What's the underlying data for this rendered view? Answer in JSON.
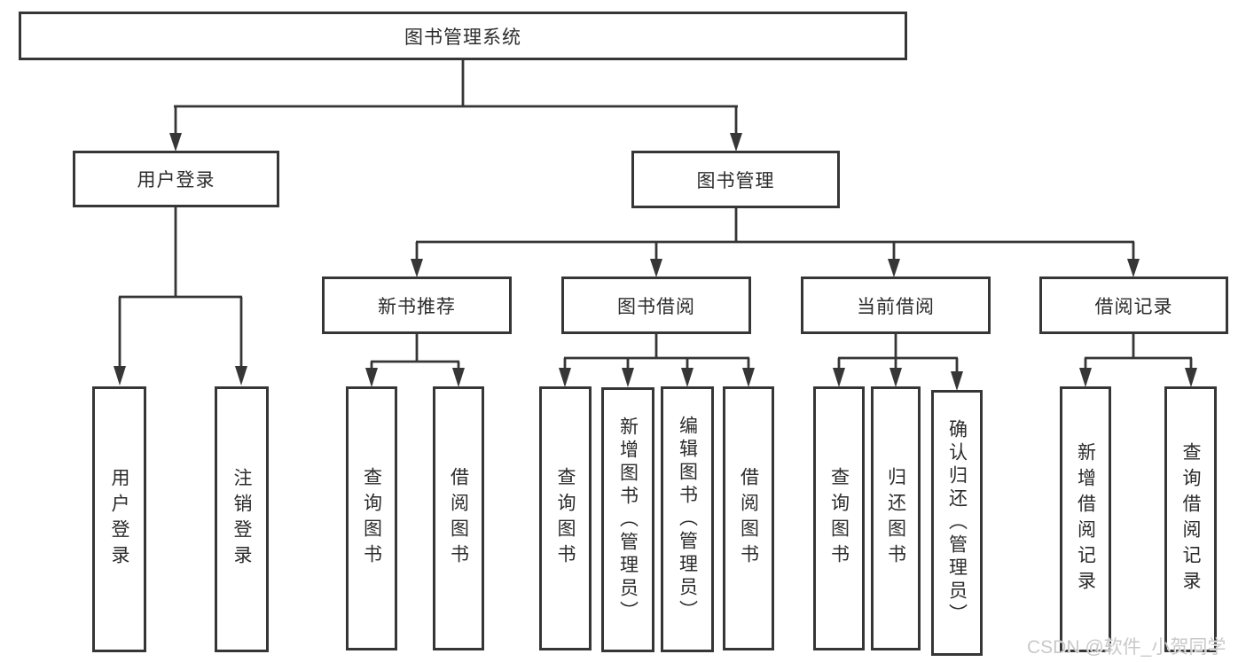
{
  "colors": {
    "line": "#363636",
    "text": "#2b2b2b",
    "watermark": "#c9c9c9",
    "background": "#ffffff"
  },
  "watermark": {
    "text": "CSDN @软件_小贺同学"
  },
  "tree": {
    "root": "图书管理系统",
    "children": [
      {
        "label": "用户登录",
        "children": [
          "用户登录",
          "注销登录"
        ]
      },
      {
        "label": "图书管理",
        "children": [
          {
            "label": "新书推荐",
            "children": [
              "查询图书",
              "借阅图书"
            ]
          },
          {
            "label": "图书借阅",
            "children": [
              "查询图书",
              "新增图书（管理员）",
              "编辑图书（管理员）",
              "借阅图书"
            ]
          },
          {
            "label": "当前借阅",
            "children": [
              "查询图书",
              "归还图书",
              "确认归还（管理员）"
            ]
          },
          {
            "label": "借阅记录",
            "children": [
              "新增借阅记录",
              "查询借阅记录"
            ]
          }
        ]
      }
    ]
  }
}
